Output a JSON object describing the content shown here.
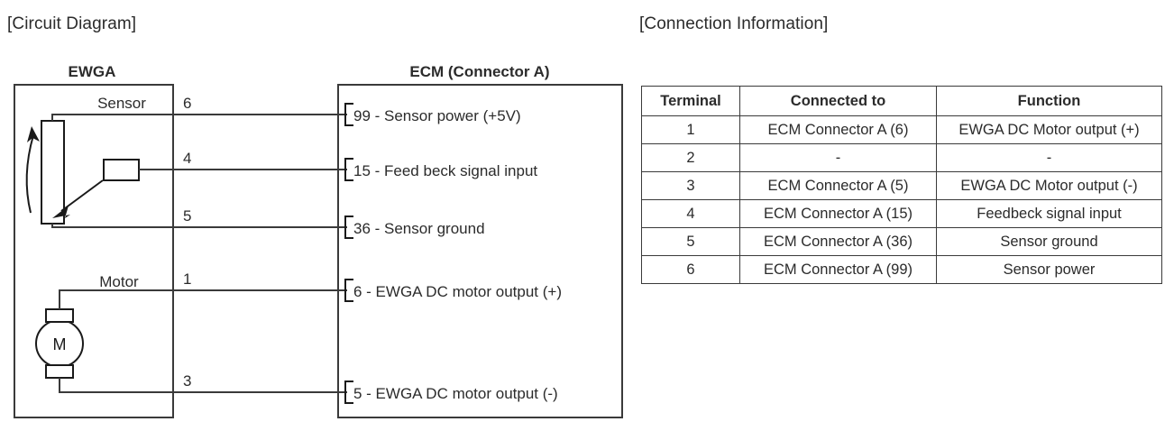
{
  "titles": {
    "circuit": "[Circuit Diagram]",
    "connection": "[Connection Information]"
  },
  "circuit": {
    "left_box_label": "EWGA",
    "right_box_label": "ECM (Connector A)",
    "components": [
      {
        "name": "Sensor",
        "label": "Sensor",
        "symbol": "potentiometer"
      },
      {
        "name": "Motor",
        "label": "Motor",
        "symbol": "dc-motor",
        "glyph": "M"
      }
    ],
    "wires": [
      {
        "terminal": "6",
        "ecm_pin": "99",
        "ecm_label": "99 - Sensor power (+5V)"
      },
      {
        "terminal": "4",
        "ecm_pin": "15",
        "ecm_label": "15 - Feed beck signal input"
      },
      {
        "terminal": "5",
        "ecm_pin": "36",
        "ecm_label": "36 - Sensor ground"
      },
      {
        "terminal": "1",
        "ecm_pin": "6",
        "ecm_label": "6 - EWGA DC motor output (+)"
      },
      {
        "terminal": "3",
        "ecm_pin": "5",
        "ecm_label": "5 - EWGA DC motor output (-)"
      }
    ]
  },
  "connection_table": {
    "headers": [
      "Terminal",
      "Connected to",
      "Function"
    ],
    "rows": [
      [
        "1",
        "ECM Connector A (6)",
        "EWGA DC Motor output (+)"
      ],
      [
        "2",
        "-",
        "-"
      ],
      [
        "3",
        "ECM Connector A (5)",
        "EWGA DC Motor output (-)"
      ],
      [
        "4",
        "ECM Connector A (15)",
        "Feedbeck signal input"
      ],
      [
        "5",
        "ECM Connector A (36)",
        "Sensor ground"
      ],
      [
        "6",
        "ECM Connector A (99)",
        "Sensor power"
      ]
    ]
  },
  "colors": {
    "line": "#3a3a3a",
    "text": "#2b2b2b",
    "background": "#ffffff"
  }
}
